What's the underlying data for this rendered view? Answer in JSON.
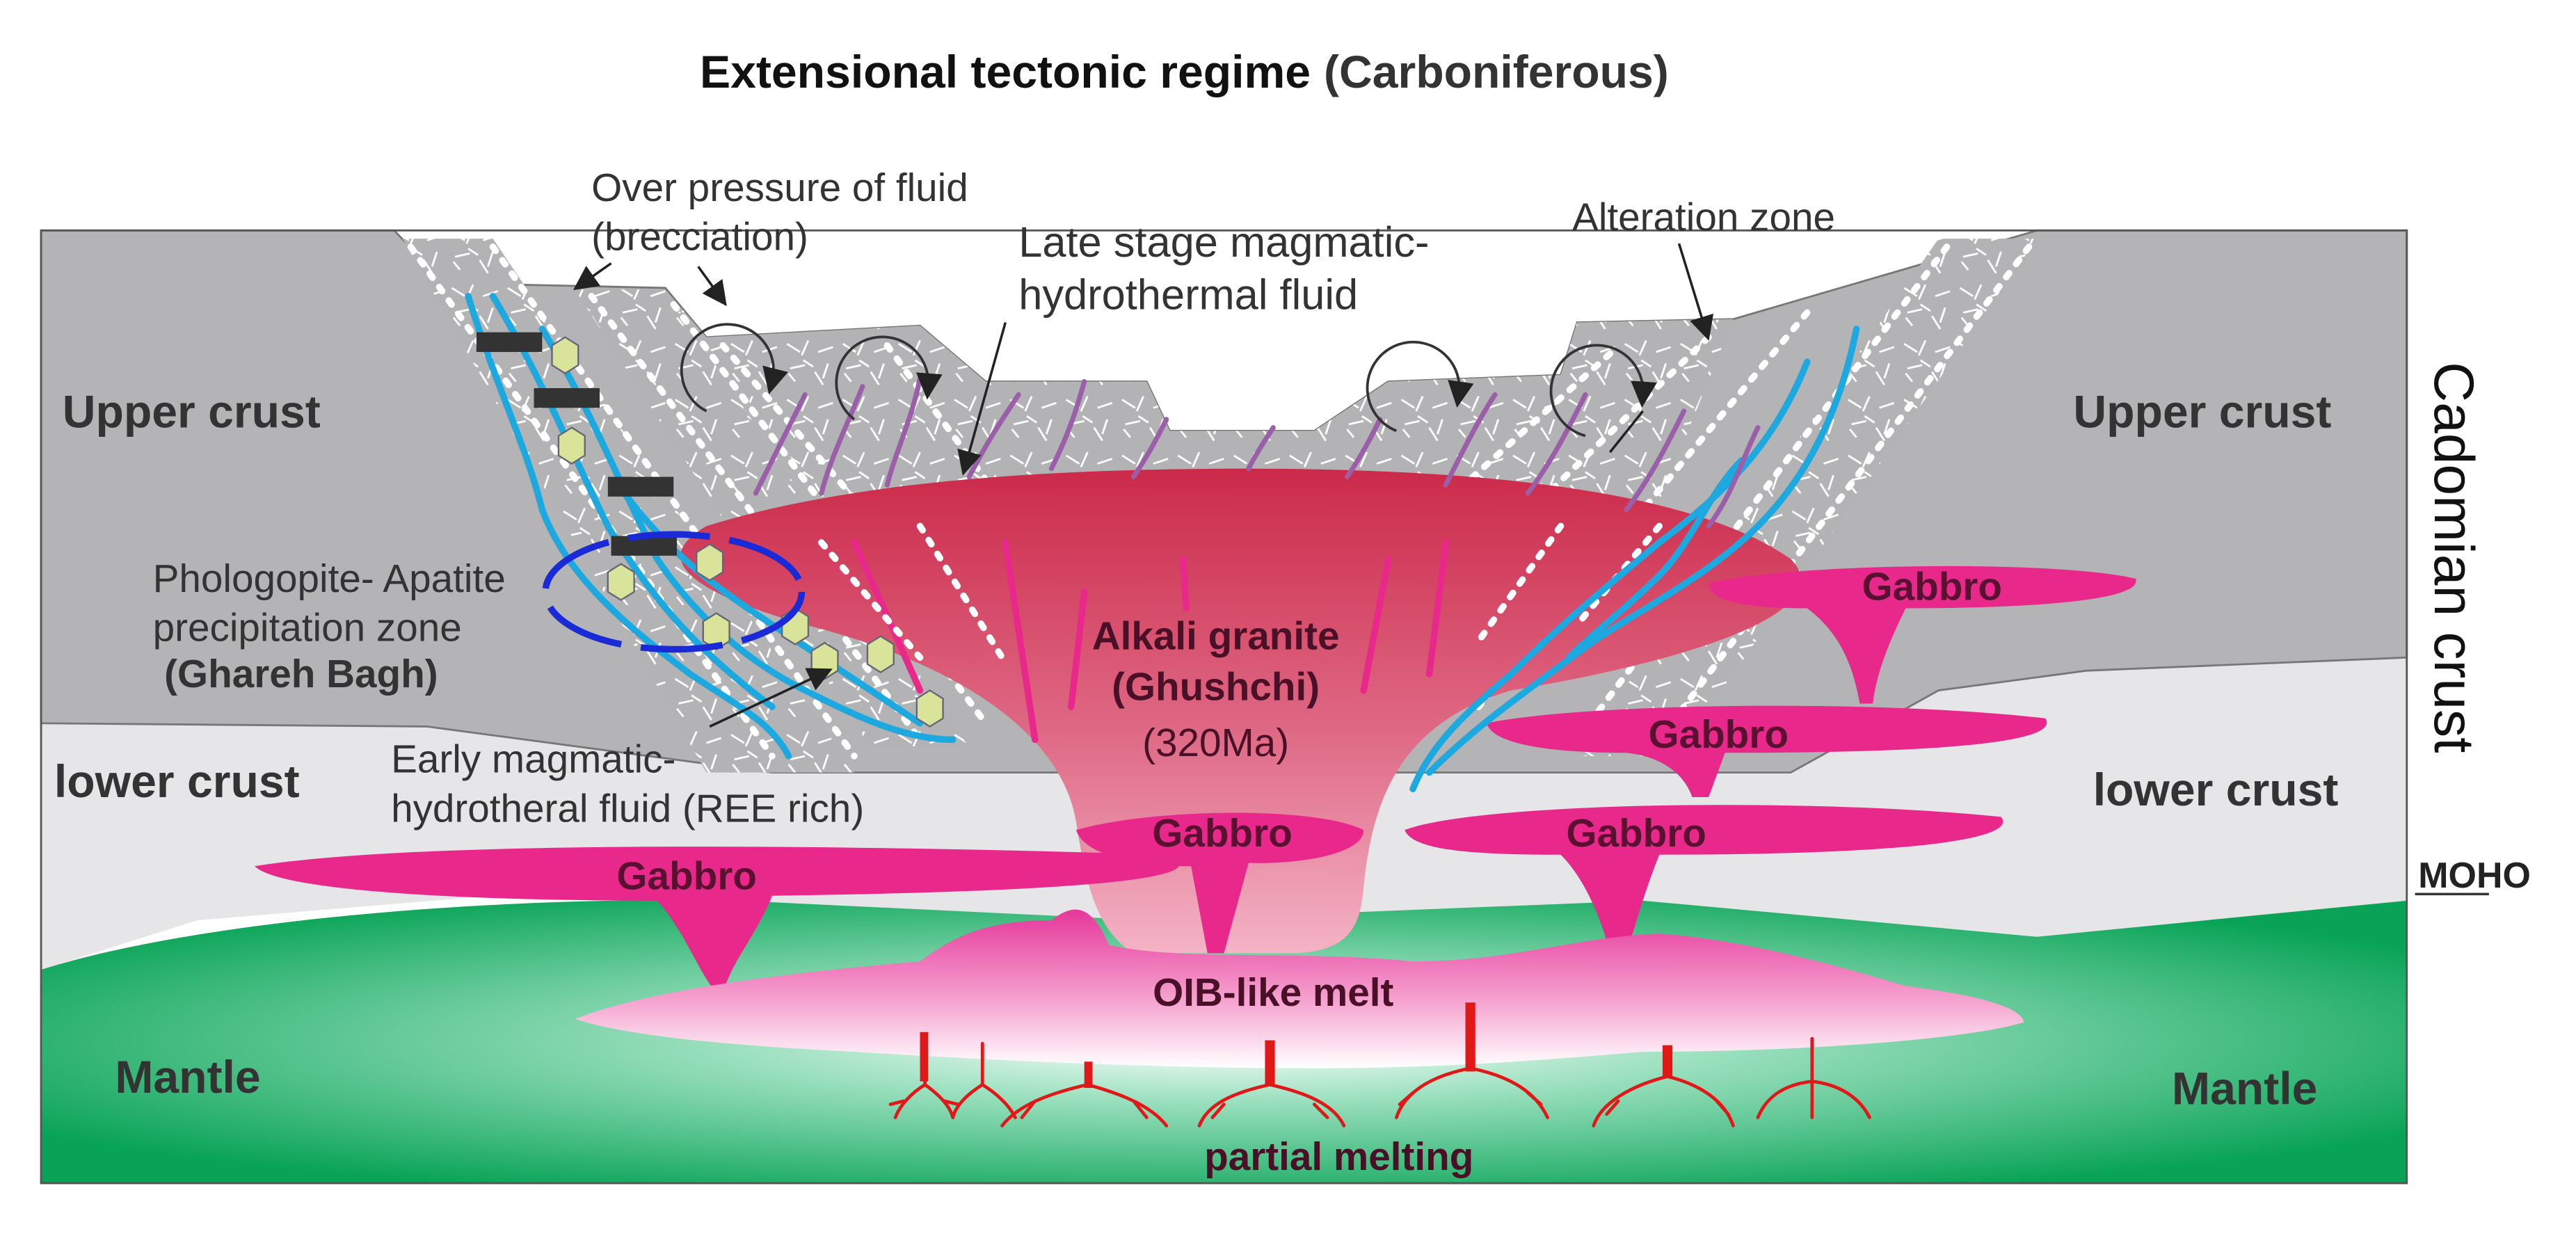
{
  "title": {
    "main": "Extensional tectonic regime",
    "period": "(Carboniferous)"
  },
  "layers": {
    "upper_crust_left": "Upper crust",
    "upper_crust_right": "Upper crust",
    "lower_crust_left": "lower crust",
    "lower_crust_right": "lower crust",
    "mantle_left": "Mantle",
    "mantle_right": "Mantle",
    "cadomian_crust": "Cadomian crust",
    "moho": "MOHO"
  },
  "intrusion": {
    "name": "Alkali granite",
    "locality": "(Ghushchi)",
    "age": "(320Ma)"
  },
  "gabbro_label": "Gabbro",
  "melt_label": "OIB-like melt",
  "partial_melting_label": "partial melting",
  "annotations": {
    "over_pressure_1": "Over pressure of fluid",
    "over_pressure_2": "(brecciation)",
    "late_stage_1": "Late stage magmatic-",
    "late_stage_2": "hydrothermal fluid",
    "alteration_zone": "Alteration zone",
    "phologopite_1": "Phologopite- Apatite",
    "phologopite_2": "precipitation zone",
    "phologopite_3": "(Ghareh Bagh)",
    "early_1": "Early magmatic-",
    "early_2": "hydrotheral fluid (REE rich)"
  },
  "colors": {
    "upper_crust": "#b4b4b6",
    "lower_crust": "#e6e6e8",
    "mantle": "#0aa85a",
    "granite": "#d6405e",
    "gabbro": "#e8288a",
    "fluid_early": "#1ea8e0",
    "fluid_late": "#9a5fa8",
    "roots": "#e01818"
  }
}
